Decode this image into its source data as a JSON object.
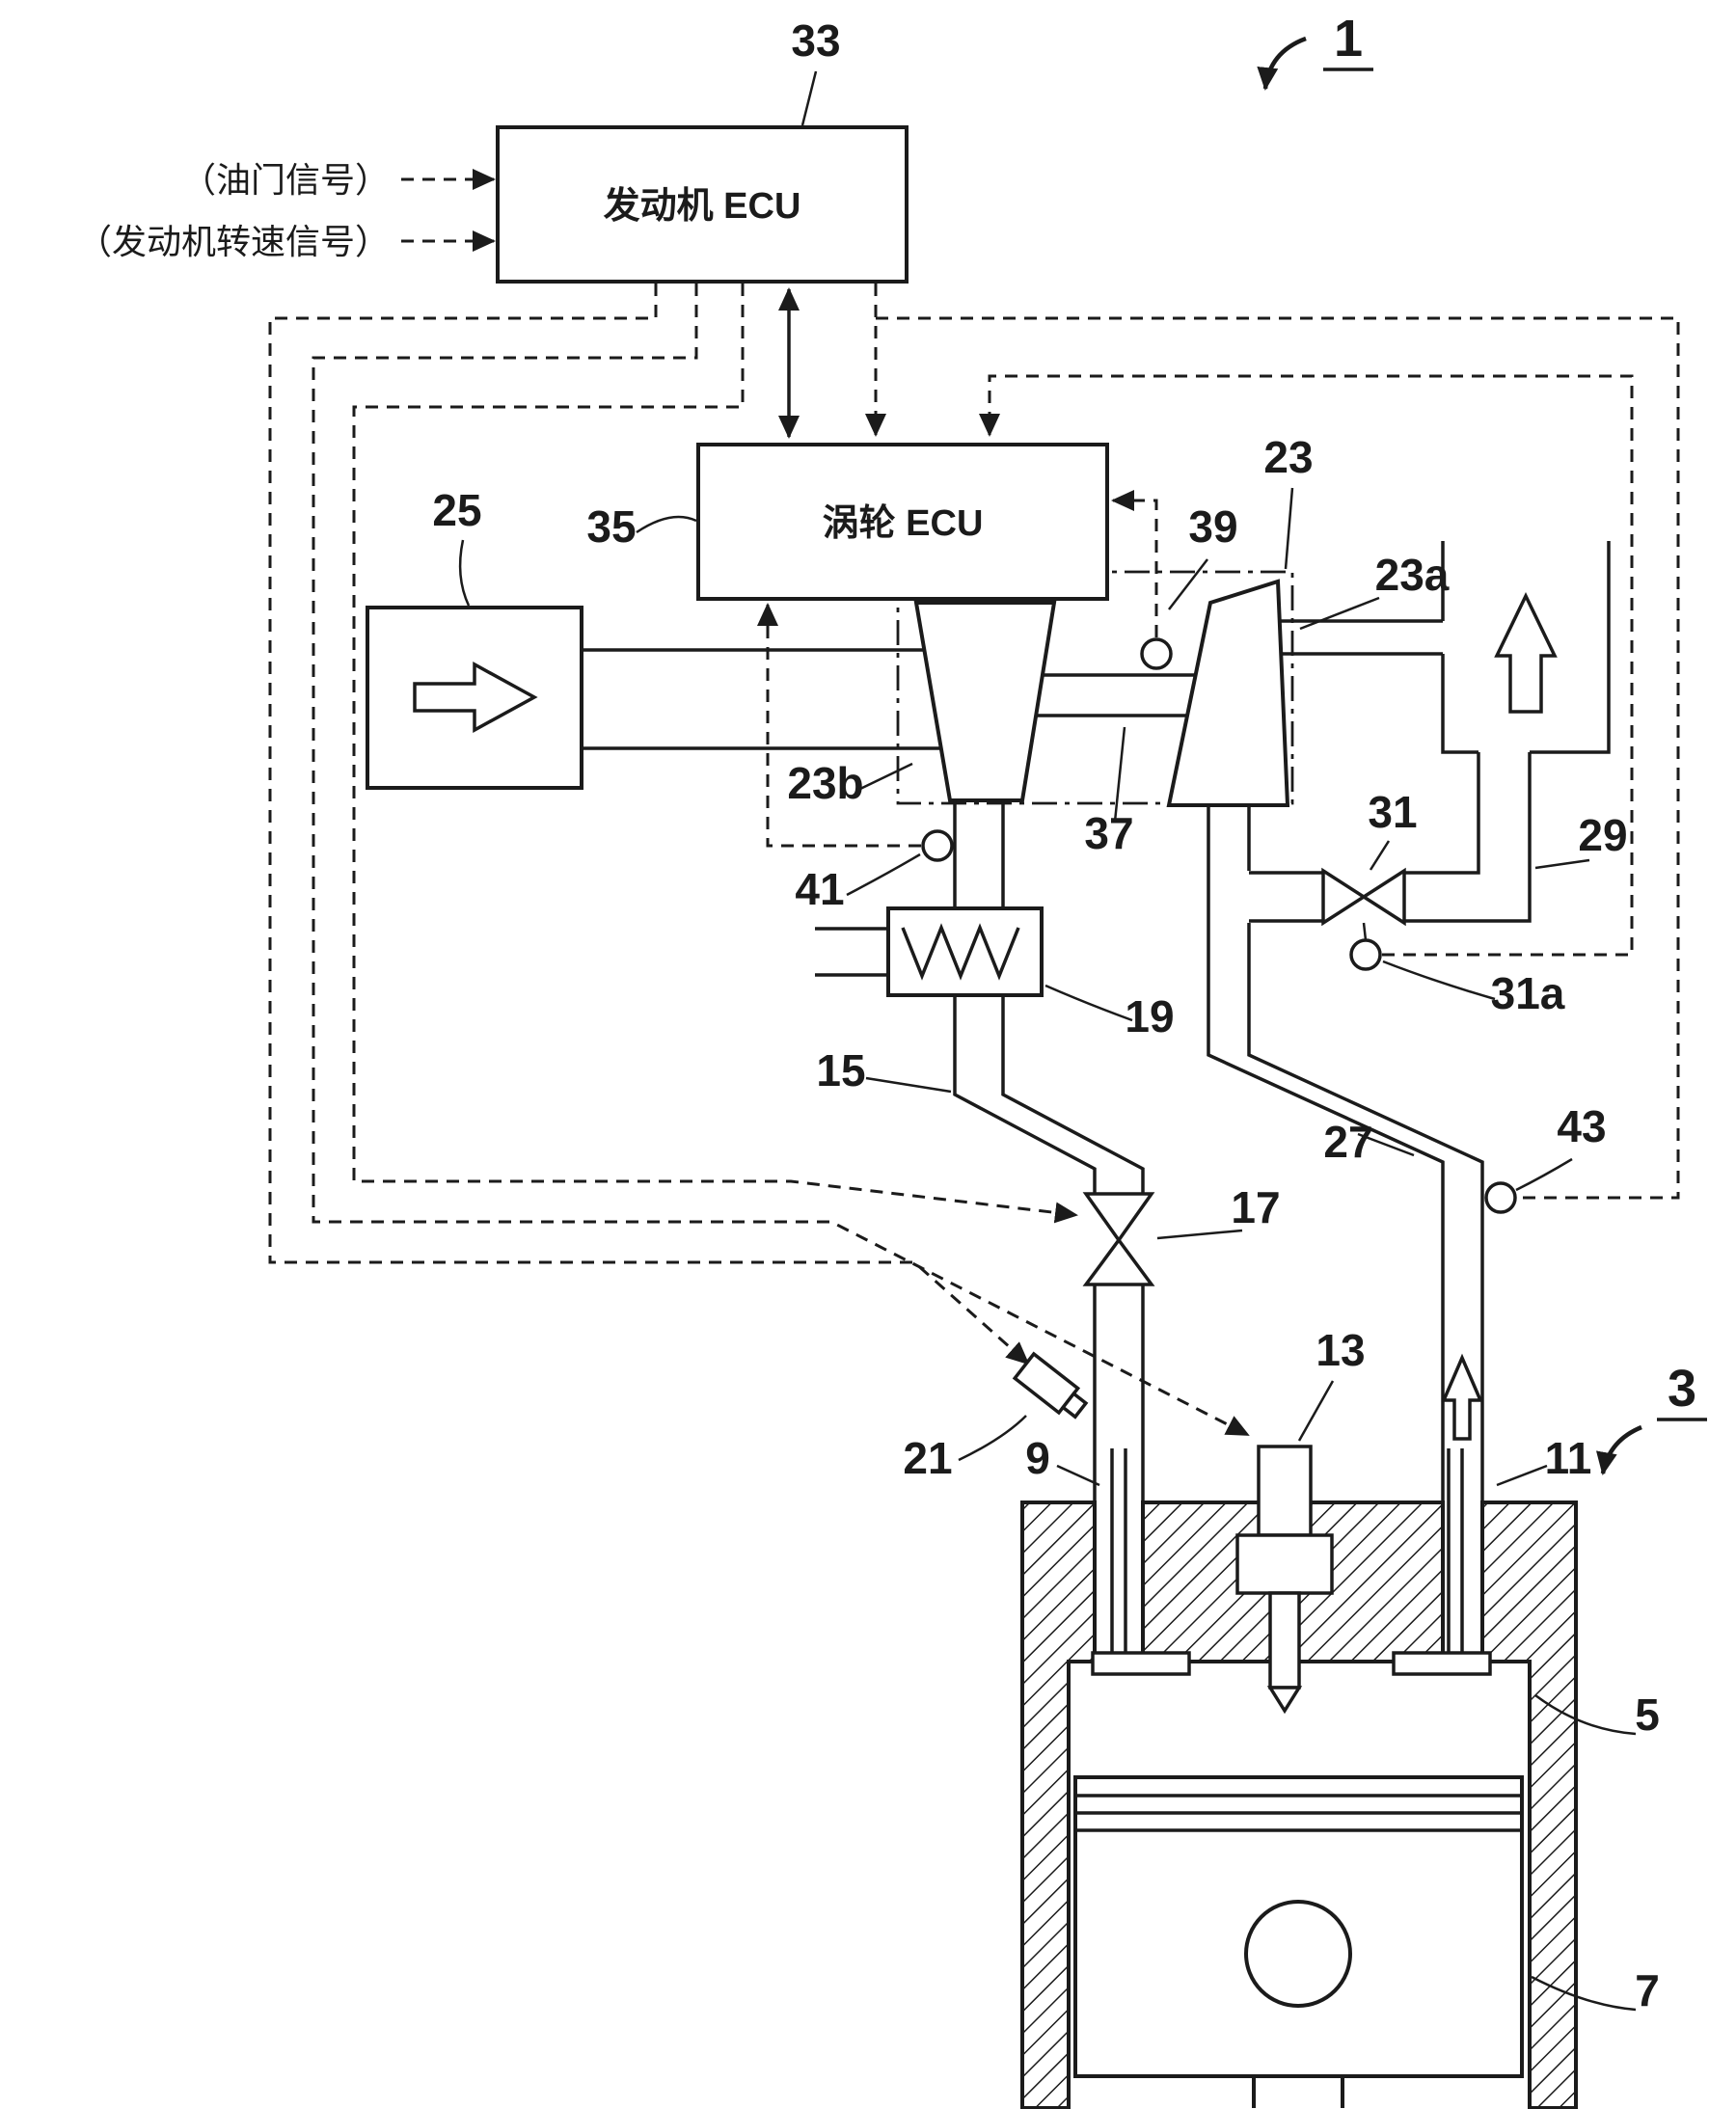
{
  "figure": {
    "mark_1": "1",
    "mark_3": "3"
  },
  "ecu": {
    "engine": "发动机 ECU",
    "turbo": "涡轮 ECU"
  },
  "signals": {
    "throttle": "（油门信号）",
    "engine_speed": "（发动机转速信号）"
  },
  "refs": {
    "r5": "5",
    "r7": "7",
    "r9": "9",
    "r11": "11",
    "r13": "13",
    "r15": "15",
    "r17": "17",
    "r19": "19",
    "r21": "21",
    "r23": "23",
    "r23a": "23a",
    "r23b": "23b",
    "r25": "25",
    "r27": "27",
    "r29": "29",
    "r31": "31",
    "r31a": "31a",
    "r33": "33",
    "r35": "35",
    "r37": "37",
    "r39": "39",
    "r41": "41",
    "r43": "43"
  },
  "colors": {
    "line": "#1b1b1b",
    "background": "#ffffff"
  }
}
